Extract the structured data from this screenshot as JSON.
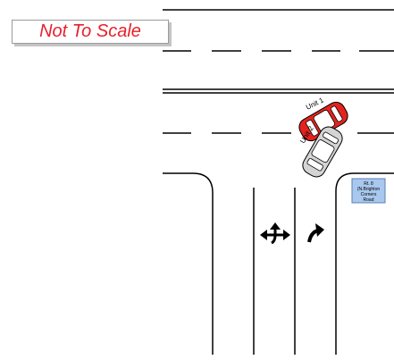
{
  "notice": {
    "text": "Not To Scale"
  },
  "units": [
    {
      "label": "Unit 1",
      "color": "#e3231f"
    },
    {
      "label": "Unit 2",
      "color": "#d4d4d4"
    }
  ],
  "sign": {
    "lines": [
      "Rt. 8",
      "(N.Brighton",
      "Corners",
      "Road"
    ]
  },
  "colors": {
    "line": "#000000",
    "sign_fill": "#a9c8ef",
    "sign_border": "#5d7fb0"
  },
  "lane_markings": [
    "all-way-arrow-icon",
    "right-turn-arrow-icon"
  ]
}
